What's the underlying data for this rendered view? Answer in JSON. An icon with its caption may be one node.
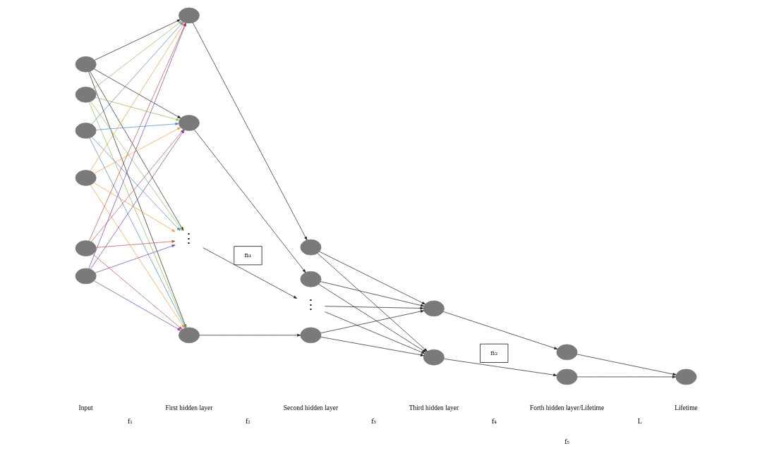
{
  "diagram": {
    "nodes": [
      {
        "text": [],
        "shape": "circle"
      },
      {
        "text": [],
        "shape": "circle"
      },
      {
        "text": [],
        "shape": "circle"
      },
      {
        "text": [],
        "shape": "circle"
      },
      {
        "text": [],
        "shape": "circle"
      },
      {
        "text": [],
        "shape": "circle"
      },
      {
        "text": [],
        "shape": "circle"
      },
      {
        "text": [],
        "shape": "circle"
      },
      {
        "text": [
          "⋮"
        ]
      },
      {
        "text": [],
        "shape": "circle"
      },
      {
        "text": [
          "n₁"
        ]
      },
      {
        "text": [],
        "shape": "circle"
      },
      {
        "text": [],
        "shape": "circle"
      },
      {
        "text": [
          "⋮"
        ]
      },
      {
        "text": [],
        "shape": "circle"
      },
      {
        "text": [],
        "shape": "circle"
      },
      {
        "text": [],
        "shape": "circle"
      },
      {
        "text": [
          "n₂"
        ]
      },
      {
        "text": [],
        "shape": "circle"
      },
      {
        "text": [],
        "shape": "circle"
      },
      {
        "text": [],
        "shape": "circle"
      }
    ],
    "edges": [
      {
        "from": 0,
        "to": 6,
        "arrow": "to"
      },
      {
        "from": 0,
        "to": 7,
        "arrow": "to"
      },
      {
        "from": 0,
        "to": 8,
        "arrow": "to"
      },
      {
        "from": 0,
        "to": 9,
        "arrow": "to"
      },
      {
        "from": 1,
        "to": 6,
        "arrow": "to",
        "color": "#8fbc4f"
      },
      {
        "from": 1,
        "to": 7,
        "arrow": "to",
        "color": "#8fbc4f"
      },
      {
        "from": 1,
        "to": 8,
        "arrow": "to",
        "color": "#8fbc4f"
      },
      {
        "from": 1,
        "to": 9,
        "arrow": "to",
        "color": "#8fbc4f"
      },
      {
        "from": 2,
        "to": 6,
        "arrow": "to",
        "color": "#4a86c8"
      },
      {
        "from": 2,
        "to": 7,
        "arrow": "to",
        "color": "#4a86c8"
      },
      {
        "from": 2,
        "to": 8,
        "arrow": "to",
        "color": "#4a86c8"
      },
      {
        "from": 2,
        "to": 9,
        "arrow": "to",
        "color": "#4a86c8"
      },
      {
        "from": 3,
        "to": 6,
        "arrow": "to",
        "color": "#f59a3c"
      },
      {
        "from": 3,
        "to": 7,
        "arrow": "to",
        "color": "#f59a3c"
      },
      {
        "from": 3,
        "to": 8,
        "arrow": "to",
        "color": "#f59a3c"
      },
      {
        "from": 3,
        "to": 9,
        "arrow": "to",
        "color": "#f59a3c"
      },
      {
        "from": 4,
        "to": 6,
        "arrow": "to",
        "color": "#c0504d"
      },
      {
        "from": 4,
        "to": 7,
        "arrow": "to",
        "color": "#c0504d"
      },
      {
        "from": 4,
        "to": 8,
        "arrow": "to",
        "color": "#c0504d"
      },
      {
        "from": 4,
        "to": 9,
        "arrow": "to",
        "color": "#c0504d"
      },
      {
        "from": 5,
        "to": 6,
        "arrow": "to",
        "color": "#7a3fb0"
      },
      {
        "from": 5,
        "to": 7,
        "arrow": "to",
        "color": "#7a3fb0"
      },
      {
        "from": 5,
        "to": 8,
        "arrow": "to",
        "color": "#7a3fb0"
      },
      {
        "from": 5,
        "to": 9,
        "arrow": "to",
        "color": "#7a3fb0"
      },
      {
        "from": 6,
        "to": 11,
        "arrow": "to"
      },
      {
        "from": 7,
        "to": 12,
        "arrow": "to"
      },
      {
        "from": 8,
        "to": 13,
        "arrow": "to"
      },
      {
        "from": 9,
        "to": 14,
        "arrow": "to"
      },
      {
        "from": 11,
        "to": 15,
        "arrow": "to"
      },
      {
        "from": 11,
        "to": 16,
        "arrow": "to"
      },
      {
        "from": 12,
        "to": 15,
        "arrow": "to"
      },
      {
        "from": 12,
        "to": 16,
        "arrow": "to"
      },
      {
        "from": 13,
        "to": 15,
        "arrow": "to"
      },
      {
        "from": 13,
        "to": 16,
        "arrow": "to"
      },
      {
        "from": 14,
        "to": 15,
        "arrow": "to"
      },
      {
        "from": 14,
        "to": 16,
        "arrow": "to"
      },
      {
        "from": 15,
        "to": 18,
        "arrow": "to"
      },
      {
        "from": 16,
        "to": 19,
        "arrow": "to"
      },
      {
        "from": 18,
        "to": 20,
        "arrow": "to"
      },
      {
        "from": 19,
        "to": 20,
        "arrow": "to"
      }
    ],
    "labels": [
      "Input",
      "First hidden layer",
      "Second hidden layer",
      "Third hidden layer",
      "Forth hidden layer/Lifetime",
      "Lifetime",
      "f₁",
      "f₂",
      "f₃",
      "f₄",
      "L",
      "f₅"
    ]
  }
}
